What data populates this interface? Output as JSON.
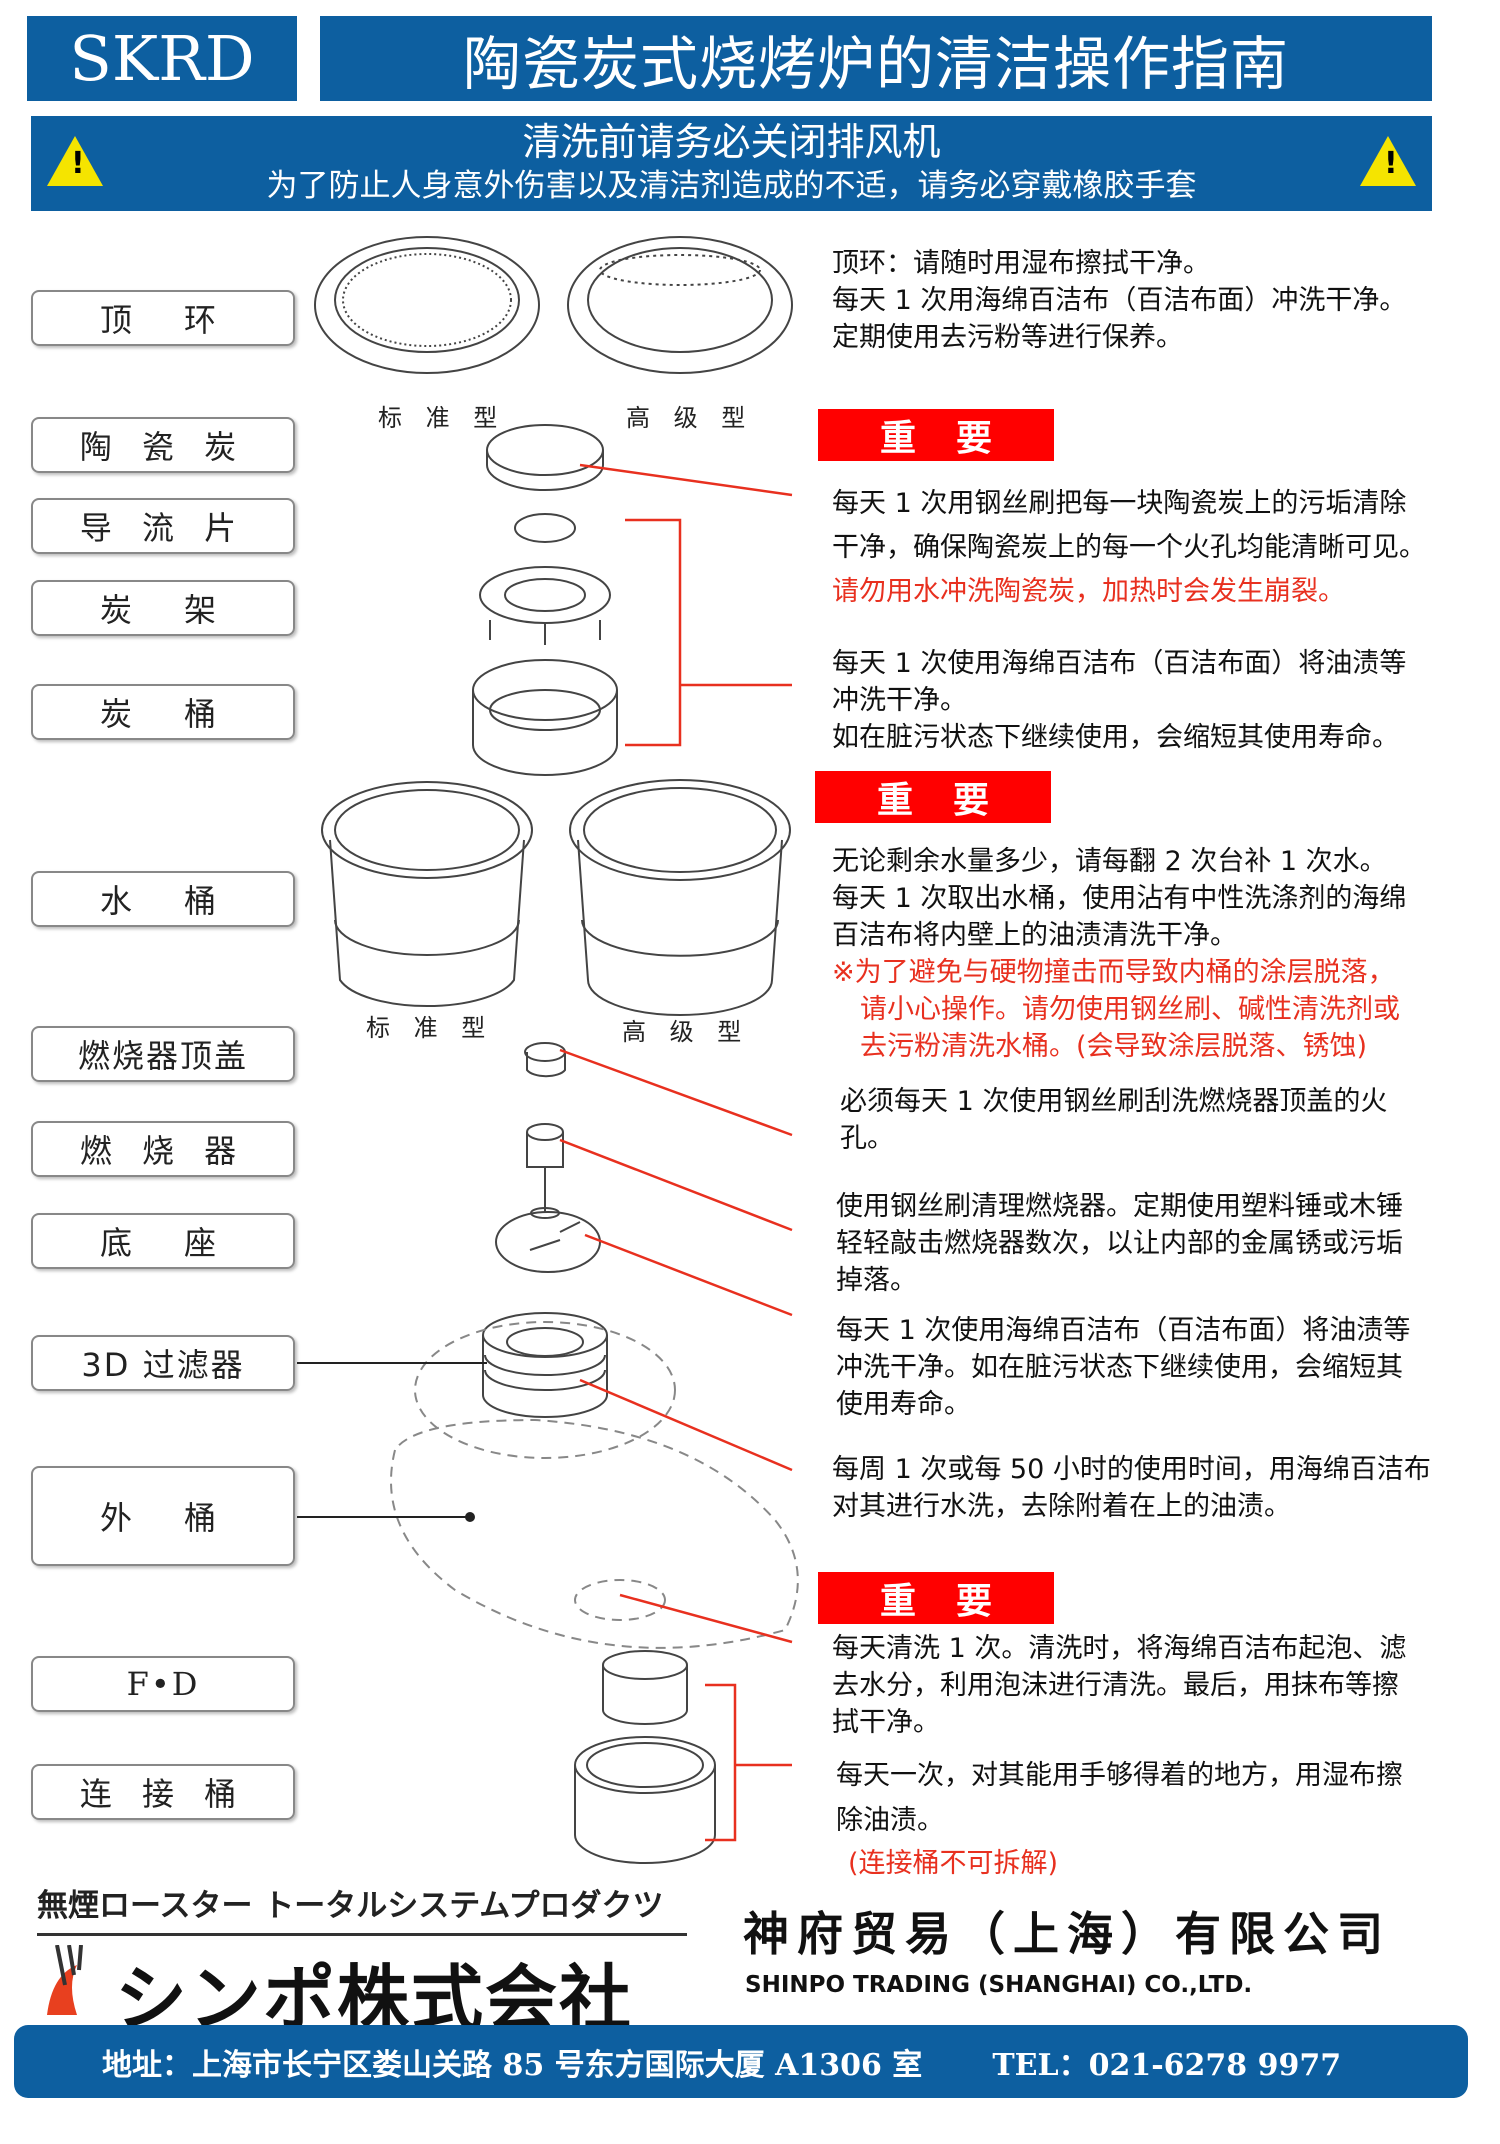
{
  "header": {
    "brand": "SKRD",
    "title": "陶瓷炭式烧烤炉的清洁操作指南"
  },
  "warning": {
    "line1": "清洗前请务必关闭排风机",
    "line2": "为了防止人身意外伤害以及清洁剂造成的不适，请务必穿戴橡胶手套",
    "icon": "warning-triangle-icon"
  },
  "parts": [
    "顶　环",
    "陶 瓷 炭",
    "导 流 片",
    "炭　架",
    "炭　桶",
    "水　桶",
    "燃烧器顶盖",
    "燃 烧 器",
    "底　座",
    "3D 过滤器",
    "外　桶",
    "F•D",
    "连 接 桶"
  ],
  "captions": {
    "standard": "标 准 型",
    "premium": "高 级 型"
  },
  "important_label": "重要",
  "instructions": {
    "top_ring": [
      "顶环：请随时用湿布擦拭干净。",
      "每天 1 次用海绵百洁布（百洁布面）冲洗干净。",
      "定期使用去污粉等进行保养。"
    ],
    "ceramic": [
      "每天 1 次用钢丝刷把每一块陶瓷炭上的污垢清除",
      "干净，确保陶瓷炭上的每一个火孔均能清晰可见。"
    ],
    "ceramic_warn": "请勿用水冲洗陶瓷炭，加热时会发生崩裂。",
    "charcoal_bucket": [
      "每天 1 次使用海绵百洁布（百洁布面）将油渍等",
      "冲洗干净。",
      "如在脏污状态下继续使用，会缩短其使用寿命。"
    ],
    "water_bucket": [
      "无论剩余水量多少，请每翻 2 次台补 1 次水。",
      "每天 1 次取出水桶，使用沾有中性洗涤剂的海绵",
      "百洁布将内壁上的油渍清洗干净。"
    ],
    "water_warn": [
      "※为了避免与硬物撞击而导致内桶的涂层脱落，",
      "请小心操作。请勿使用钢丝刷、碱性清洗剂或",
      "去污粉清洗水桶。(会导致涂层脱落、锈蚀)"
    ],
    "burner_cap": [
      "必须每天 1 次使用钢丝刷刮洗燃烧器顶盖的火",
      "孔。"
    ],
    "burner": [
      "使用钢丝刷清理燃烧器。定期使用塑料锤或木锤",
      "轻轻敲击燃烧器数次，以让内部的金属锈或污垢",
      "掉落。"
    ],
    "base": [
      "每天 1 次使用海绵百洁布（百洁布面）将油渍等",
      "冲洗干净。如在脏污状态下继续使用，会缩短其",
      "使用寿命。"
    ],
    "filter": [
      "每周 1 次或每 50 小时的使用时间，用海绵百洁布",
      "对其进行水洗，去除附着在上的油渍。"
    ],
    "fd": [
      "每天清洗 1 次。清洗时，将海绵百洁布起泡、滤",
      "去水分，利用泡沫进行清洗。最后，用抹布等擦",
      "拭干净。"
    ],
    "connector": [
      "每天一次，对其能用手够得着的地方，用湿布擦",
      "除油渍。"
    ],
    "connector_note": "(连接桶不可拆解)"
  },
  "company": {
    "tagline": "無煙ロースター トータルシステムプロダクツ",
    "logo_text": "シンポ株式会社",
    "name_cn": "神府贸易（上海）有限公司",
    "name_en": "SHINPO TRADING (SHANGHAI) CO.,LTD."
  },
  "footer": {
    "address": "地址：上海市长宁区娄山关路 85 号东方国际大厦 A1306 室",
    "tel": "TEL：021-6278 9977"
  },
  "colors": {
    "blue": "#0d5fa0",
    "red": "#ff0000"
  }
}
